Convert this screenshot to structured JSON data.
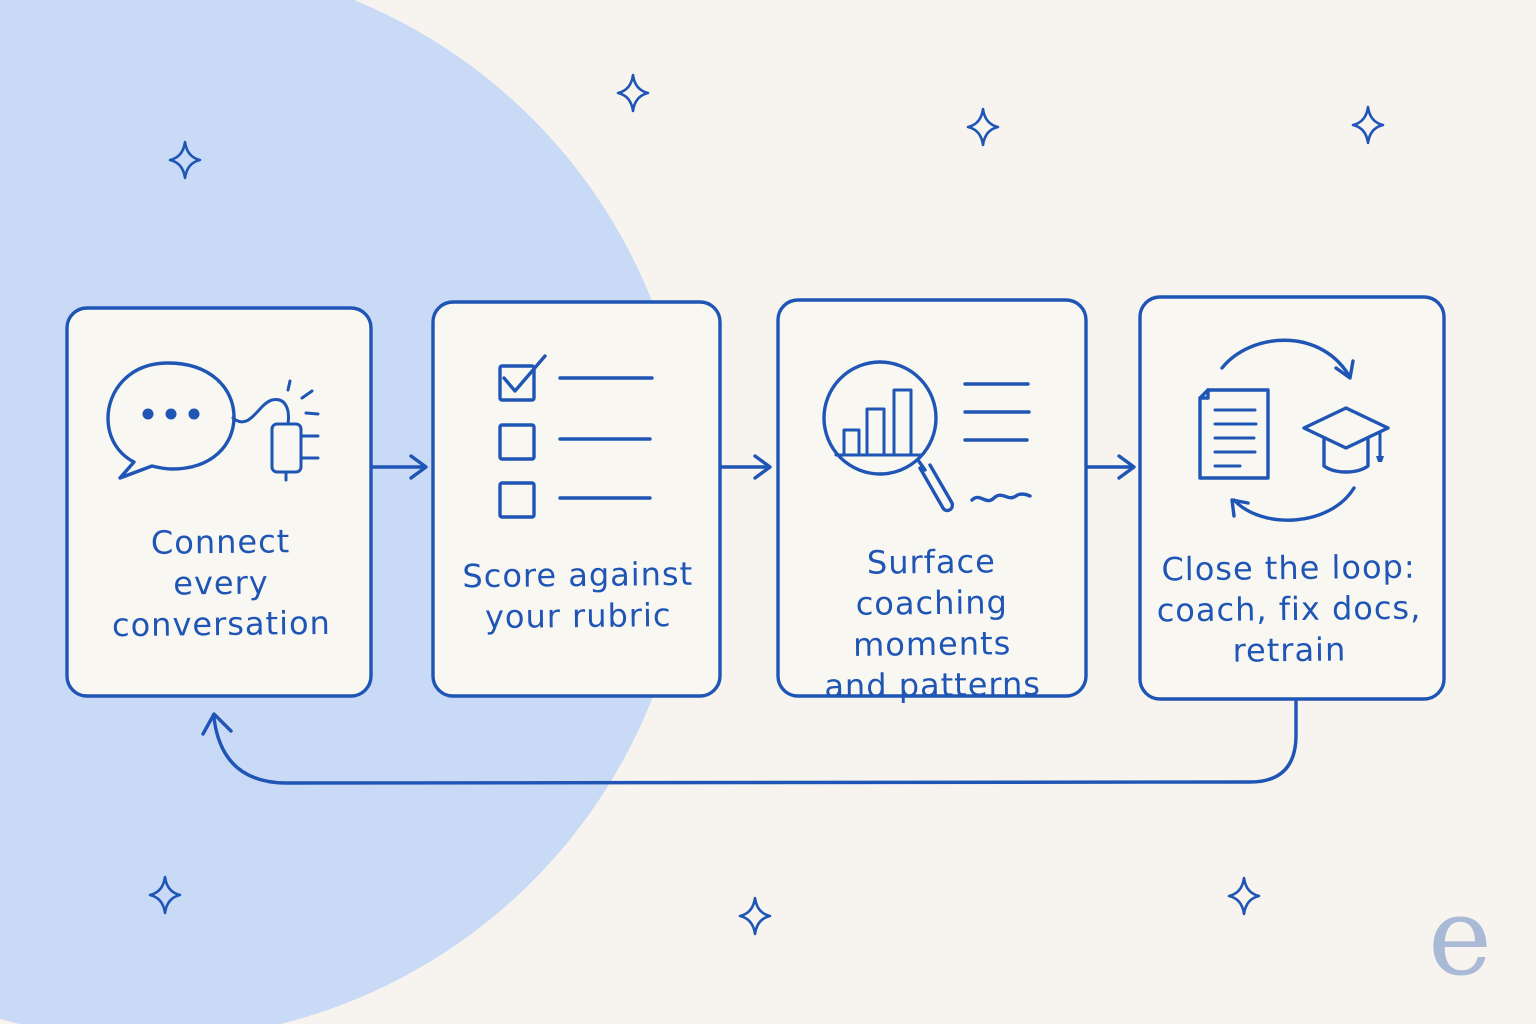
{
  "steps": [
    {
      "label": "Connect\nevery\nconversation",
      "icon": "chat-bubble-plug-icon"
    },
    {
      "label": "Score against\nyour rubric",
      "icon": "checklist-icon"
    },
    {
      "label": "Surface\ncoaching moments\nand patterns",
      "icon": "magnifier-chart-icon"
    },
    {
      "label": "Close the loop:\ncoach, fix docs,\nretrain",
      "icon": "document-cycle-graduation-cap-icon"
    }
  ],
  "watermark": "e",
  "colors": {
    "background": "#f7f4ef",
    "circle": "#c9daf6",
    "ink": "#1f55b5",
    "watermark": "#a9b9d6"
  }
}
